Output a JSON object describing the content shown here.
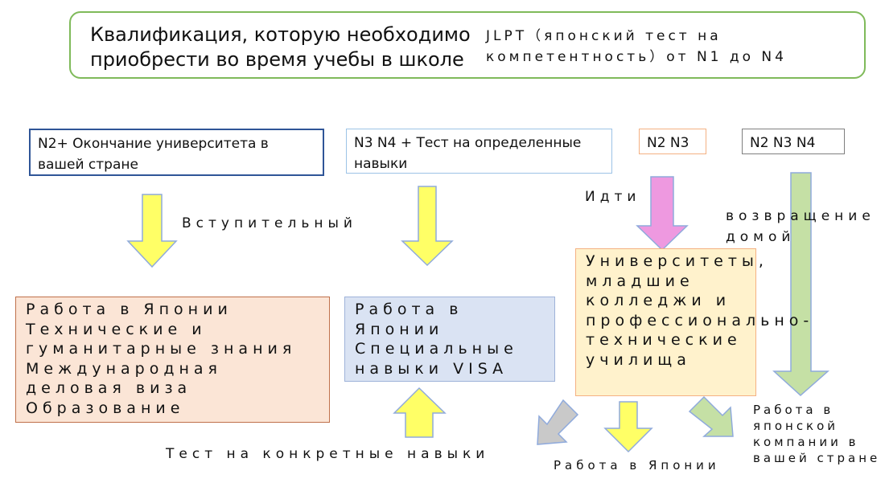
{
  "header": {
    "title": "Квалификация, которую необходимо приобрести во время учебы в школе",
    "jlpt": "JLPT（японский тест на компетентность）от N1 до N4"
  },
  "requirements": [
    "N2+ Окончание университета в вашей стране",
    "N3 N4 + Тест на определенные навыки",
    "N2 N3",
    "N2 N3 N4"
  ],
  "labels": {
    "entrance": "Вступительный",
    "go": "Идти",
    "return_home": "возвращение домой",
    "specific_skills_test": "Тест на конкретные навыки",
    "work_in_japan": "Работа в Японии",
    "work_company_home": "Работа в японской компании в вашей стране"
  },
  "boxes": {
    "work_japan": "Работа в Японии\nТехнические и гуманитарные знания\nМеждународная деловая виза\nОбразование",
    "visa": "Работа в Японии\nСпециальные навыки VISA",
    "universities": "Университеты, младшие колледжи и профессионально-технические училища"
  },
  "colors": {
    "header_border": "#7fba5a",
    "arrow_yellow": "#ffff66",
    "arrow_pink": "#ee99e0",
    "arrow_green": "#c5e0a5",
    "arrow_gray": "#c9c9c9",
    "box_work": "#fbe5d6",
    "box_visa": "#dae3f3",
    "box_univ": "#fff2cc"
  }
}
